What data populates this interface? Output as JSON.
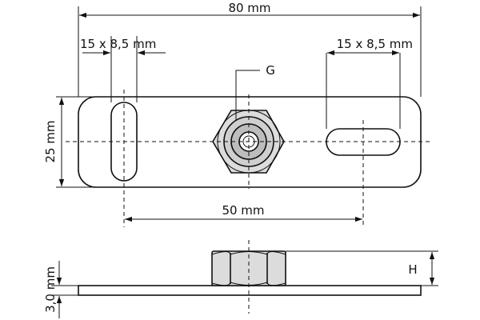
{
  "dimensions": {
    "overall_length": "80 mm",
    "slot_left": "15 x 8,5 mm",
    "slot_right": "15 x 8,5 mm",
    "center_label": "G",
    "hole_spacing": "50 mm",
    "width": "25 mm",
    "thickness": "3,0 mm",
    "height_label": "H"
  },
  "colors": {
    "plate_fill": "#ffffff",
    "nut_fill": "#d9d9d9",
    "line": "#111111"
  }
}
